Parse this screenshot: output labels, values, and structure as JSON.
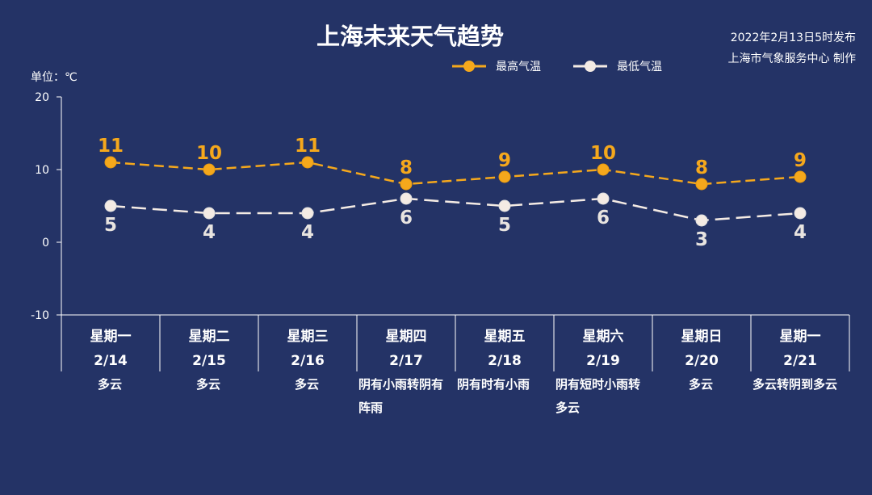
{
  "header": {
    "title": "上海未来天气趋势",
    "published": "2022年2月13日5时发布",
    "producer": "上海市气象服务中心 制作"
  },
  "chart_data": {
    "type": "line",
    "title": "上海未来天气趋势",
    "ylabel": "单位：℃",
    "ylim": [
      -10,
      20
    ],
    "yticks": [
      20,
      10,
      0,
      -10
    ],
    "categories": [
      {
        "weekday": "星期一",
        "date": "2/14",
        "weather": "多云"
      },
      {
        "weekday": "星期二",
        "date": "2/15",
        "weather": "多云"
      },
      {
        "weekday": "星期三",
        "date": "2/16",
        "weather": "多云"
      },
      {
        "weekday": "星期四",
        "date": "2/17",
        "weather": "阴有小雨转阴有阵雨"
      },
      {
        "weekday": "星期五",
        "date": "2/18",
        "weather": "阴有时有小雨"
      },
      {
        "weekday": "星期六",
        "date": "2/19",
        "weather": "阴有短时小雨转多云"
      },
      {
        "weekday": "星期日",
        "date": "2/20",
        "weather": "多云"
      },
      {
        "weekday": "星期一",
        "date": "2/21",
        "weather": "多云转阴到多云"
      }
    ],
    "series": [
      {
        "name": "最高气温",
        "color": "#f5a81c",
        "values": [
          11,
          10,
          11,
          8,
          9,
          10,
          8,
          9
        ]
      },
      {
        "name": "最低气温",
        "color": "#f4ebe4",
        "values": [
          5,
          4,
          4,
          6,
          5,
          6,
          3,
          4
        ]
      }
    ],
    "legend": "top-right"
  }
}
